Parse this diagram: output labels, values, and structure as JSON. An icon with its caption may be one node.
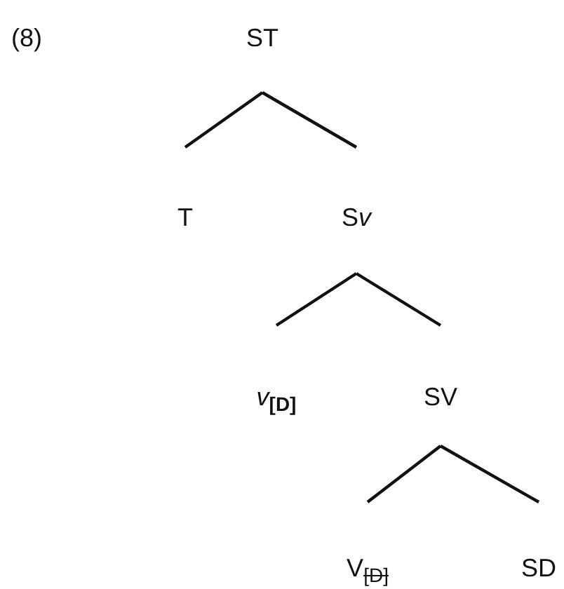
{
  "diagram": {
    "nodes": [
      {
        "text": [
          "ST"
        ]
      },
      {
        "text": [
          "T"
        ]
      },
      {
        "text": [
          "Sv"
        ]
      },
      {
        "text": [
          "*v*$_{[D]}$"
        ]
      },
      {
        "text": [
          "SV"
        ]
      },
      {
        "text": [
          "V$_{[D]}$"
        ]
      },
      {
        "text": [
          "SD"
        ]
      }
    ],
    "edges": [
      {
        "from": 0,
        "to": 1,
        "arrow": "none"
      },
      {
        "from": 0,
        "to": 2,
        "arrow": "none"
      },
      {
        "from": 2,
        "to": 3,
        "arrow": "none"
      },
      {
        "from": 2,
        "to": 4,
        "arrow": "none"
      },
      {
        "from": 4,
        "to": 5,
        "arrow": "none"
      },
      {
        "from": 4,
        "to": 6,
        "arrow": "none"
      }
    ],
    "labels": [
      "(8)"
    ]
  }
}
